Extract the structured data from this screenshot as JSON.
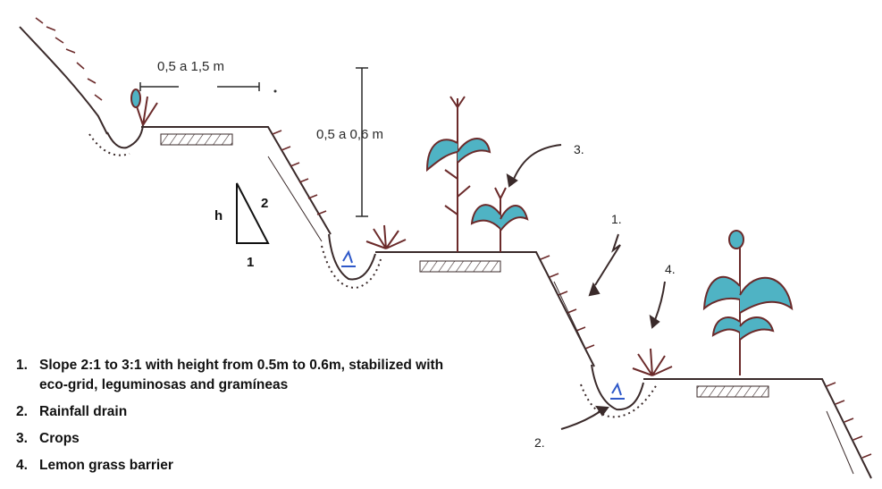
{
  "dimensions": {
    "width_label": "0,5 a 1,5 m",
    "height_label": "0,5  a 0,6 m"
  },
  "triangle": {
    "h": "h",
    "hyp": "2",
    "base": "1"
  },
  "callouts": {
    "slope": "1.",
    "drain": "2.",
    "crops": "3.",
    "barrier": "4."
  },
  "legend": [
    {
      "num": "1.",
      "text": "Slope 2:1 to 3:1 with height from 0.5m to 0.6m, stabilized with eco-grid, leguminosas and gramíneas"
    },
    {
      "num": "2.",
      "text": "Rainfall drain"
    },
    {
      "num": "3.",
      "text": "Crops"
    },
    {
      "num": "4.",
      "text": "Lemon grass barrier"
    }
  ],
  "colors": {
    "line": "#3a2a2a",
    "plant_stem": "#6b2a2a",
    "leaf_fill": "#4fb3c4",
    "water": "#2f59c9"
  }
}
